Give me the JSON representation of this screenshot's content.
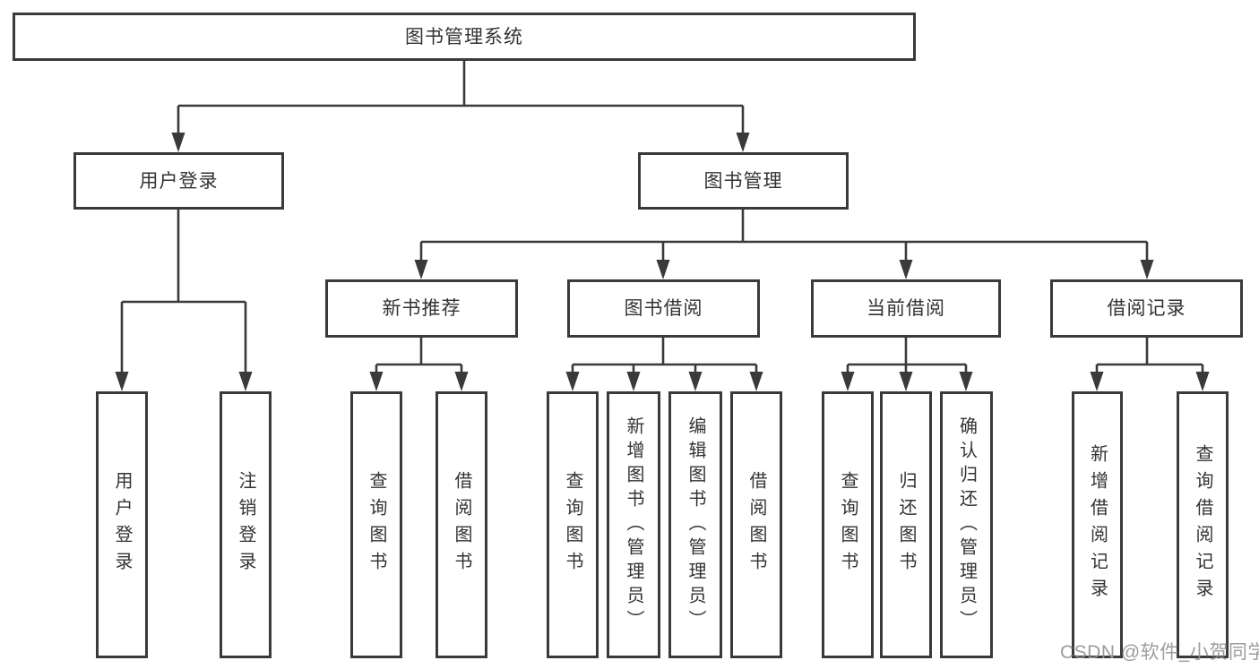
{
  "colors": {
    "background": "#ffffff",
    "box_border": "#3a3a3a",
    "line": "#3a3a3a",
    "text": "#333333",
    "watermark": "#949494"
  },
  "watermark": "CSDN @软件_小贺同学",
  "tree": {
    "label": "图书管理系统",
    "children": [
      {
        "label": "用户登录",
        "children": [
          {
            "label": "用户登录"
          },
          {
            "label": "注销登录"
          }
        ]
      },
      {
        "label": "图书管理",
        "children": [
          {
            "label": "新书推荐",
            "children": [
              {
                "label": "查询图书"
              },
              {
                "label": "借阅图书"
              }
            ]
          },
          {
            "label": "图书借阅",
            "children": [
              {
                "label": "查询图书"
              },
              {
                "label": "新增图书（管理员）"
              },
              {
                "label": "编辑图书（管理员）"
              },
              {
                "label": "借阅图书"
              }
            ]
          },
          {
            "label": "当前借阅",
            "children": [
              {
                "label": "查询图书"
              },
              {
                "label": "归还图书"
              },
              {
                "label": "确认归还（管理员）"
              }
            ]
          },
          {
            "label": "借阅记录",
            "children": [
              {
                "label": "新增借阅记录"
              },
              {
                "label": "查询借阅记录"
              }
            ]
          }
        ]
      }
    ]
  }
}
